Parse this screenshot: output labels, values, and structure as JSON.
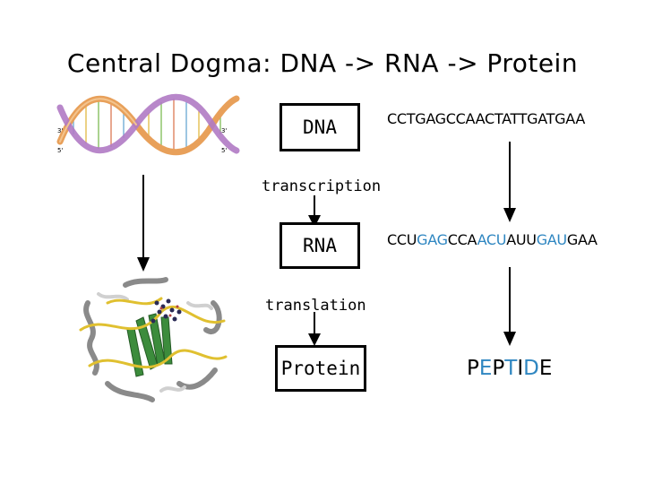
{
  "title": "Central Dogma: DNA -> RNA -> Protein",
  "labels": {
    "dna": "DNA",
    "rna": "RNA",
    "protein": "Protein",
    "transcription": "transcription",
    "translation": "translation"
  },
  "sequences": {
    "dna": "CCTGAGCCAACTATTGATGAA",
    "rna_segments": [
      {
        "text": "CCU",
        "color": "#000000"
      },
      {
        "text": "GAG",
        "color": "#2e86c1"
      },
      {
        "text": "CCA",
        "color": "#000000"
      },
      {
        "text": "ACU",
        "color": "#2e86c1"
      },
      {
        "text": "AUU",
        "color": "#000000"
      },
      {
        "text": "GAU",
        "color": "#2e86c1"
      },
      {
        "text": "GAA",
        "color": "#000000"
      }
    ],
    "peptide_segments": [
      {
        "text": "P",
        "color": "#000000"
      },
      {
        "text": "E",
        "color": "#2e86c1"
      },
      {
        "text": "P",
        "color": "#000000"
      },
      {
        "text": "T",
        "color": "#2e86c1"
      },
      {
        "text": "I",
        "color": "#000000"
      },
      {
        "text": "D",
        "color": "#2e86c1"
      },
      {
        "text": "E",
        "color": "#000000"
      }
    ]
  },
  "colors": {
    "codon_highlight": "#2e86c1",
    "helix_strand_a": "#e8a05a",
    "helix_strand_b": "#b07ac4",
    "protein_helix": "#e0c030",
    "protein_sheet": "#3c8c3c"
  },
  "icons": [
    "dna-double-helix-image",
    "protein-structure-image"
  ]
}
